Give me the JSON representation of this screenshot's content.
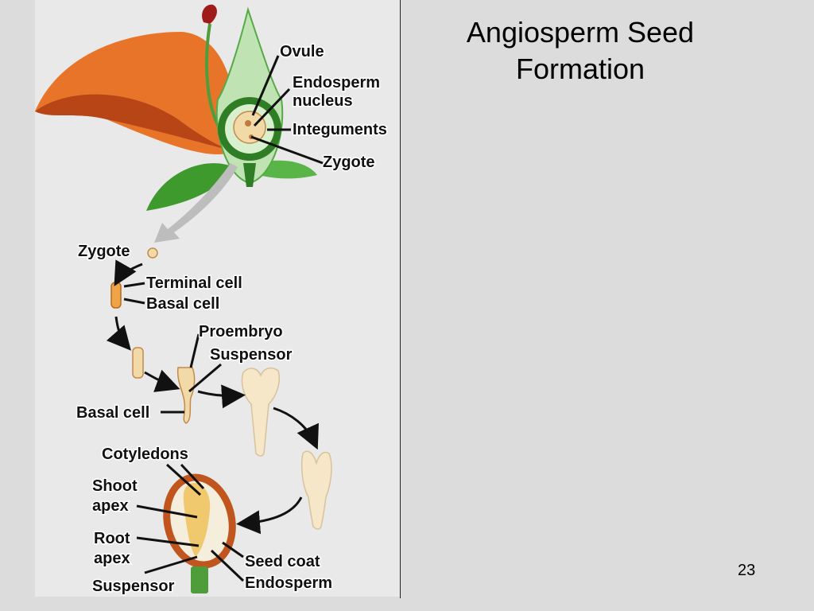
{
  "slide": {
    "title_line1": "Angiosperm Seed",
    "title_line2": "Formation",
    "page_number": "23"
  },
  "diagram": {
    "labels": {
      "ovule": "Ovule",
      "endosperm_nucleus_1": "Endosperm",
      "endosperm_nucleus_2": "nucleus",
      "integuments": "Integuments",
      "zygote_top": "Zygote",
      "zygote": "Zygote",
      "terminal_cell": "Terminal cell",
      "basal_cell_1": "Basal cell",
      "proembryo": "Proembryo",
      "suspensor": "Suspensor",
      "basal_cell_2": "Basal cell",
      "cotyledons": "Cotyledons",
      "shoot_apex_1": "Shoot",
      "shoot_apex_2": "apex",
      "root_apex_1": "Root",
      "root_apex_2": "apex",
      "seed_coat": "Seed coat",
      "suspensor_bottom": "Suspensor",
      "endosperm": "Endosperm"
    },
    "colors": {
      "petal": "#e8742a",
      "leaf": "#3f9a2e",
      "pale_green": "#bfe3b2",
      "cell": "#f2d9a8",
      "seed_coat": "#c0561e",
      "arrow": "#111111"
    }
  }
}
